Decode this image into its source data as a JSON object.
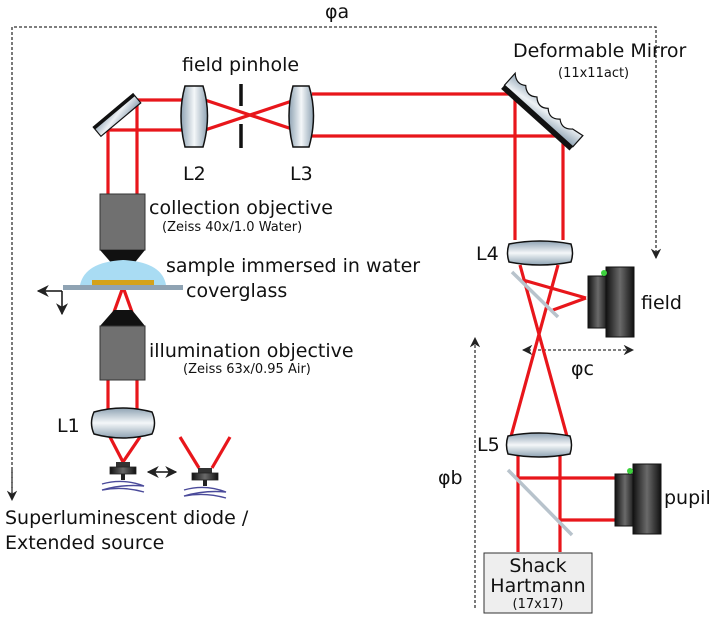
{
  "labels": {
    "phi_a": "φa",
    "phi_b": "φb",
    "phi_c": "φc",
    "field_pinhole": "field pinhole",
    "l1": "L1",
    "l2": "L2",
    "l3": "L3",
    "l4": "L4",
    "l5": "L5",
    "deformable_mirror": "Deformable Mirror",
    "deformable_mirror_spec": "(11x11act)",
    "collection_objective": "collection objective",
    "collection_objective_spec": "(Zeiss 40x/1.0 Water)",
    "sample": "sample immersed in water",
    "coverglass": "coverglass",
    "illumination_objective": "illumination objective",
    "illumination_objective_spec": "(Zeiss 63x/0.95 Air)",
    "source_line1": "Superluminescent diode /",
    "source_line2": "Extended source",
    "field_camera": "field",
    "pupil_camera": "pupil",
    "shack_line1": "Shack",
    "shack_line2": "Hartmann",
    "shack_spec": "(17x17)"
  },
  "colors": {
    "beam": "#e8161b",
    "objective": "#707070",
    "water": "#a9dcf3",
    "sample": "#d4a21a",
    "coverglass": "#8fa3b3",
    "beamsplitter": "#b8c3cc",
    "led": "#3ed13e"
  }
}
